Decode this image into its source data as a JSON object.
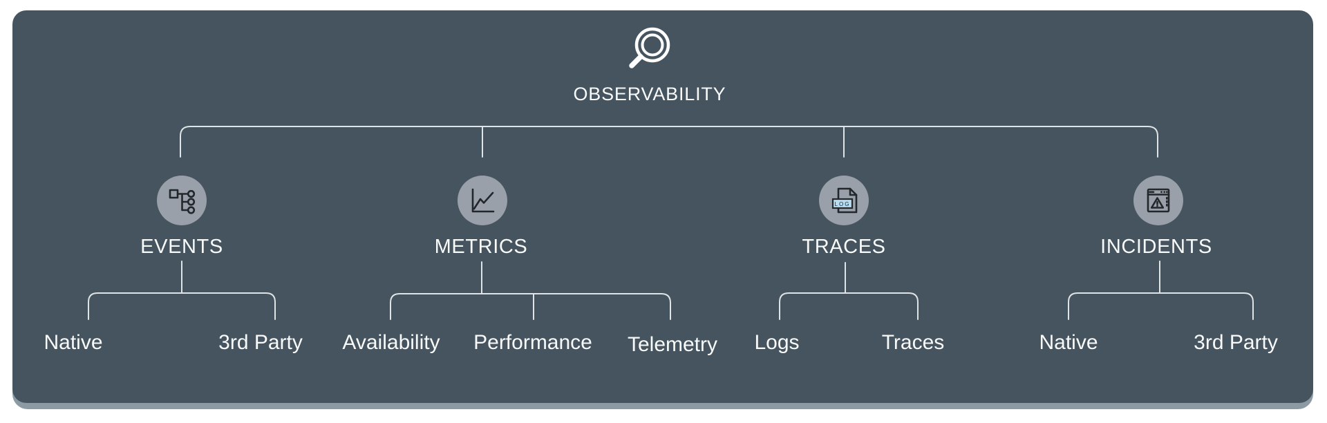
{
  "title": {
    "label": "OBSERVABILITY"
  },
  "branches": [
    {
      "label": "EVENTS",
      "children": [
        {
          "label": "Native"
        },
        {
          "label": "3rd Party"
        }
      ]
    },
    {
      "label": "METRICS",
      "children": [
        {
          "label": "Availability"
        },
        {
          "label": "Performance"
        },
        {
          "label": "Telemetry"
        }
      ]
    },
    {
      "label": "TRACES",
      "icon_text": "LOG",
      "children": [
        {
          "label": "Logs"
        },
        {
          "label": "Traces"
        }
      ]
    },
    {
      "label": "INCIDENTS",
      "children": [
        {
          "label": "Native"
        },
        {
          "label": "3rd Party"
        }
      ]
    }
  ],
  "colors": {
    "page_background": "#ffffff",
    "card": "#45545f",
    "card_shadow": "#8c9ba3",
    "node_circle": "#99a0a9",
    "connector_line": "#dfe4e6",
    "text": "#f8f9f9",
    "icon_stroke": "#22272c",
    "log_banner": "#b8dcf2"
  },
  "icons": [
    "magnifying-glass-icon",
    "sitemap-icon",
    "line-chart-icon",
    "log-file-icon",
    "alert-window-icon"
  ]
}
